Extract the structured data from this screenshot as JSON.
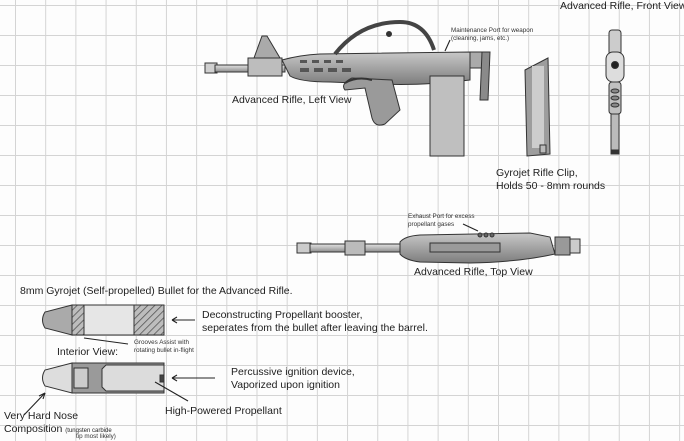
{
  "title": "Advanced Rifle Concept Sketch",
  "views": {
    "left": "Advanced Rifle, Left View",
    "front": "Advanced Rifle, Front View",
    "top": "Advanced Rifle, Top View"
  },
  "annotations": {
    "maintenance_port": [
      "Maintenance Port for weapon",
      "(cleaning, jams, etc.)"
    ],
    "exhaust_port": [
      "Exhaust Port for excess",
      "propellant gases"
    ]
  },
  "clip": {
    "line1": "Gyrojet Rifle Clip,",
    "line2": "Holds 50 - 8mm rounds"
  },
  "bullet": {
    "heading": "8mm Gyrojet (Self-propelled) Bullet for the Advanced Rifle.",
    "booster": [
      "Deconstructing Propellant booster,",
      "seperates from the bullet after leaving the barrel."
    ],
    "grooves": [
      "Grooves Assist with",
      "rotating bullet in-flight"
    ],
    "interior_view": "Interior View:",
    "ignition": [
      "Percussive ignition device,",
      "Vaporized upon ignition"
    ],
    "propellant": "High-Powered Propellant",
    "nose": [
      "Very Hard Nose",
      "Composition"
    ],
    "nose_note": [
      "(tungsten carbide",
      "tip most likely)"
    ]
  }
}
